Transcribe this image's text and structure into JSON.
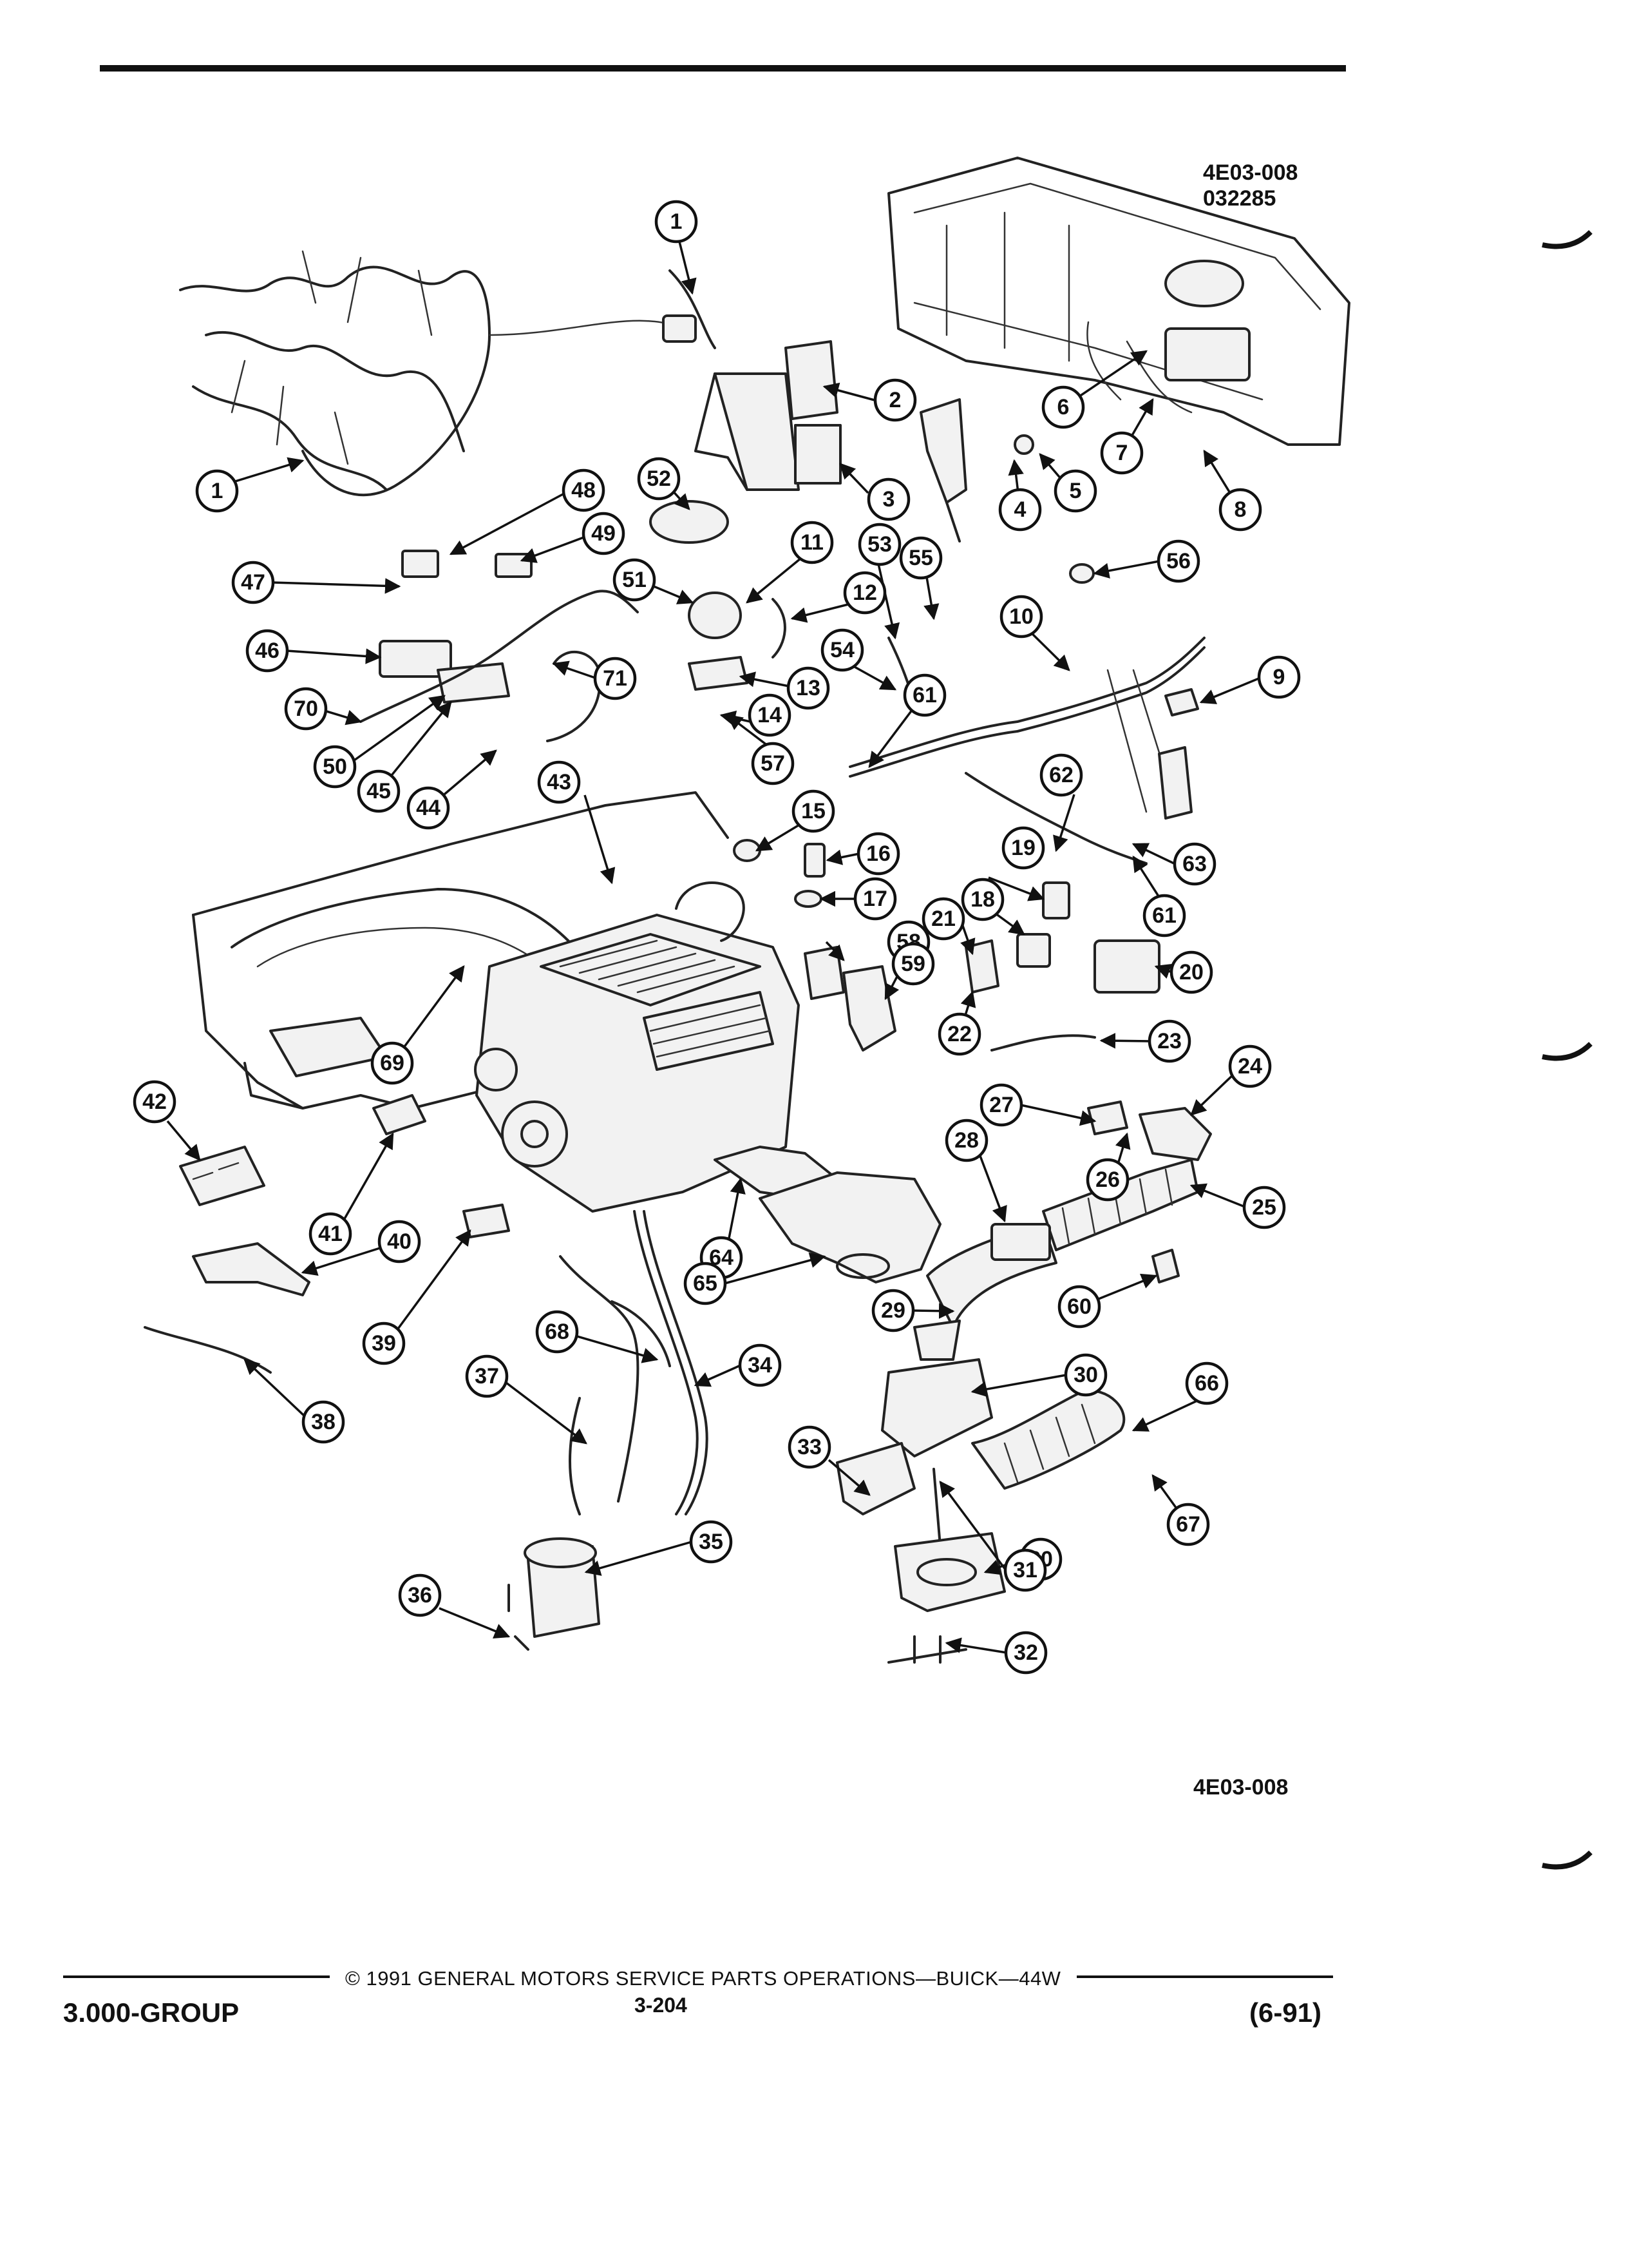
{
  "figure": {
    "id_top": "4E03-008",
    "code": "032285",
    "id_bottom": "4E03-008"
  },
  "footer": {
    "group": "3.000-GROUP",
    "copyright": "© 1991 GENERAL MOTORS SERVICE PARTS OPERATIONS—BUICK—44W",
    "page": "3-204",
    "date": "(6-91)"
  },
  "callouts": {
    "c1a": "1",
    "c1b": "1",
    "c2": "2",
    "c3": "3",
    "c4": "4",
    "c5": "5",
    "c6": "6",
    "c7": "7",
    "c8": "8",
    "c9": "9",
    "c10": "10",
    "c11": "11",
    "c12": "12",
    "c13": "13",
    "c14": "14",
    "c15": "15",
    "c16": "16",
    "c17": "17",
    "c18": "18",
    "c19": "19",
    "c20": "20",
    "c21": "21",
    "c22": "22",
    "c23": "23",
    "c24": "24",
    "c25": "25",
    "c26": "26",
    "c27": "27",
    "c28": "28",
    "c29": "29",
    "c30a": "30",
    "c30b": "30",
    "c31": "31",
    "c32": "32",
    "c33": "33",
    "c34": "34",
    "c35": "35",
    "c36": "36",
    "c37": "37",
    "c38": "38",
    "c39": "39",
    "c40": "40",
    "c41": "41",
    "c42": "42",
    "c43": "43",
    "c44": "44",
    "c45": "45",
    "c46": "46",
    "c47": "47",
    "c48": "48",
    "c49": "49",
    "c50": "50",
    "c51": "51",
    "c52": "52",
    "c53": "53",
    "c54": "54",
    "c55": "55",
    "c56": "56",
    "c57": "57",
    "c58": "58",
    "c59": "59",
    "c60": "60",
    "c61a": "61",
    "c61b": "61",
    "c62": "62",
    "c63": "63",
    "c64": "64",
    "c65": "65",
    "c66": "66",
    "c67": "67",
    "c68": "68",
    "c69": "69",
    "c70": "70",
    "c71": "71"
  }
}
